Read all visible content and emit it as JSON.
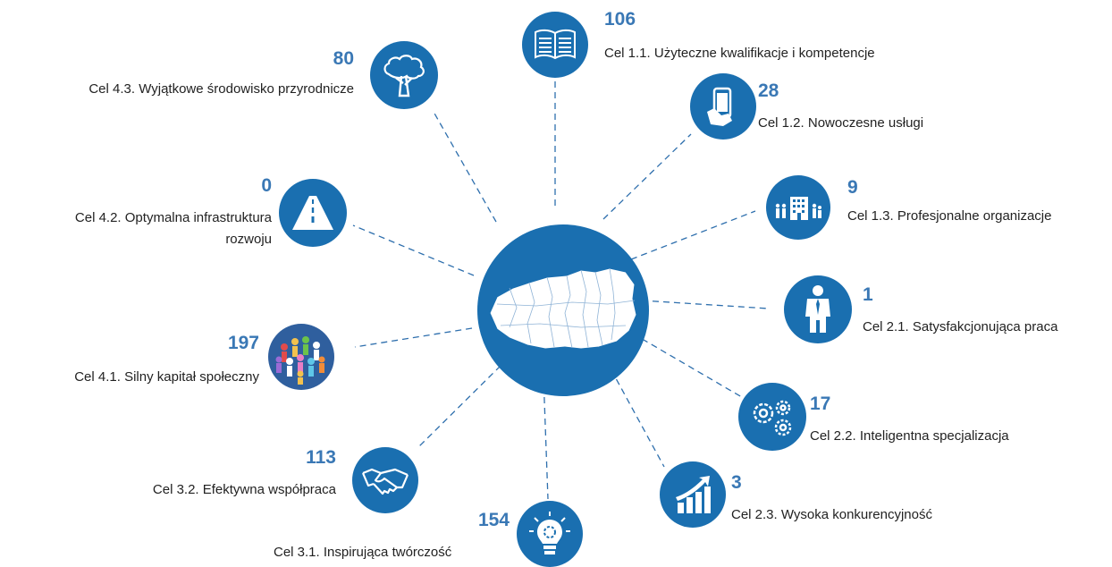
{
  "colors": {
    "circle": "#1a6fb0",
    "value": "#3a78b5",
    "line": "#2e6fad",
    "label": "#222222"
  },
  "center": {
    "icon": "region-map-icon"
  },
  "goals": [
    {
      "id": "g11",
      "value": "106",
      "label": "Cel 1.1. Użyteczne kwalifikacje i kompetencje",
      "icon": "book-icon"
    },
    {
      "id": "g12",
      "value": "28",
      "label": "Cel 1.2. Nowoczesne usługi",
      "icon": "smartphone-icon"
    },
    {
      "id": "g13",
      "value": "9",
      "label": "Cel 1.3. Profesjonalne organizacje",
      "icon": "office-building-icon"
    },
    {
      "id": "g21",
      "value": "1",
      "label": "Cel 2.1. Satysfakcjonująca praca",
      "icon": "businessman-icon"
    },
    {
      "id": "g22",
      "value": "17",
      "label": "Cel 2.2. Inteligentna specjalizacja",
      "icon": "gears-icon"
    },
    {
      "id": "g23",
      "value": "3",
      "label": "Cel 2.3. Wysoka konkurencyjność",
      "icon": "growth-chart-icon"
    },
    {
      "id": "g31",
      "value": "154",
      "label": "Cel 3.1. Inspirująca twórczość",
      "icon": "lightbulb-icon"
    },
    {
      "id": "g32",
      "value": "113",
      "label": "Cel 3.2. Efektywna współpraca",
      "icon": "handshake-icon"
    },
    {
      "id": "g41",
      "value": "197",
      "label": "Cel 4.1. Silny kapitał społeczny",
      "icon": "crowd-icon"
    },
    {
      "id": "g42",
      "value": "0",
      "label_line1": "Cel 4.2. Optymalna infrastruktura",
      "label_line2": "rozwoju",
      "icon": "road-icon"
    },
    {
      "id": "g43",
      "value": "80",
      "label": "Cel 4.3. Wyjątkowe środowisko przyrodnicze",
      "icon": "tree-icon"
    }
  ]
}
